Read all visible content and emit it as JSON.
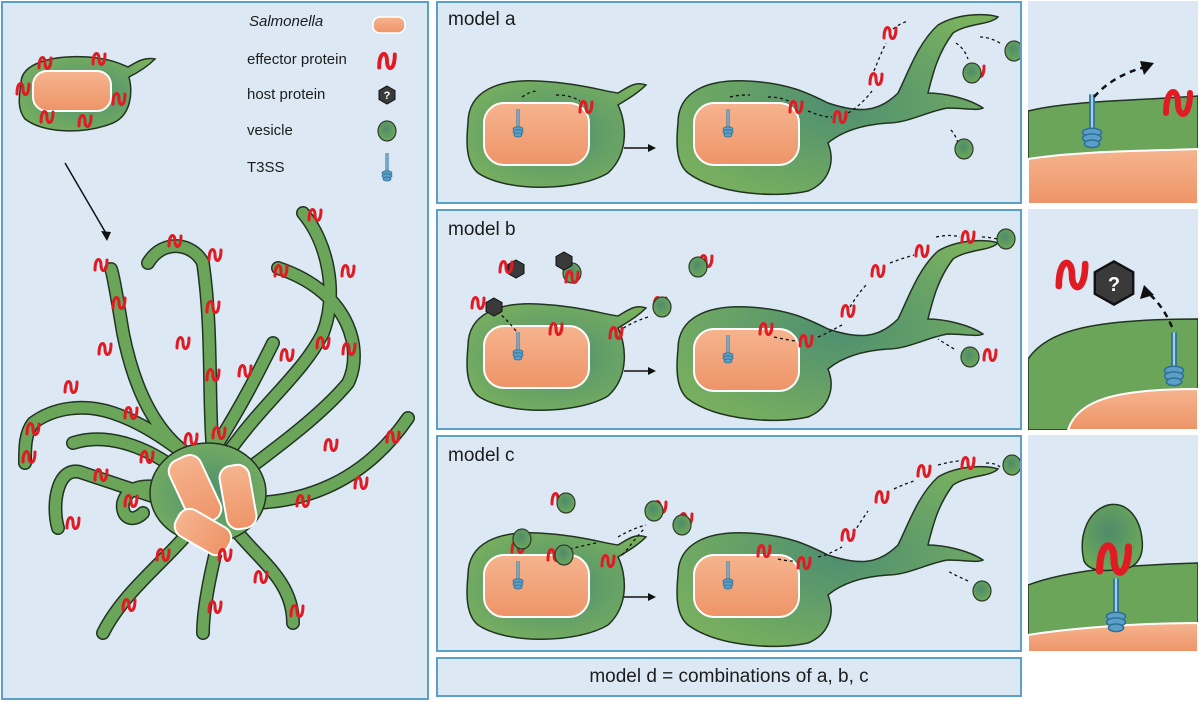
{
  "legend": {
    "salmonella": "Salmonella",
    "effector": "effector protein",
    "host": "host protein",
    "vesicle": "vesicle",
    "t3ss": "T3SS"
  },
  "models": {
    "a": "model a",
    "b": "model b",
    "c": "model c",
    "d": "model d = combinations of a, b, c"
  },
  "host_marker": "?",
  "colors": {
    "panel_bg": "#dce9f5",
    "panel_border": "#5aa0c8",
    "cell_green": "#6aa55a",
    "bacterium": "#f2a276",
    "effector_red": "#e01b24",
    "host_dark": "#3a3a3a",
    "t3ss_blue": "#5b9fc9"
  }
}
